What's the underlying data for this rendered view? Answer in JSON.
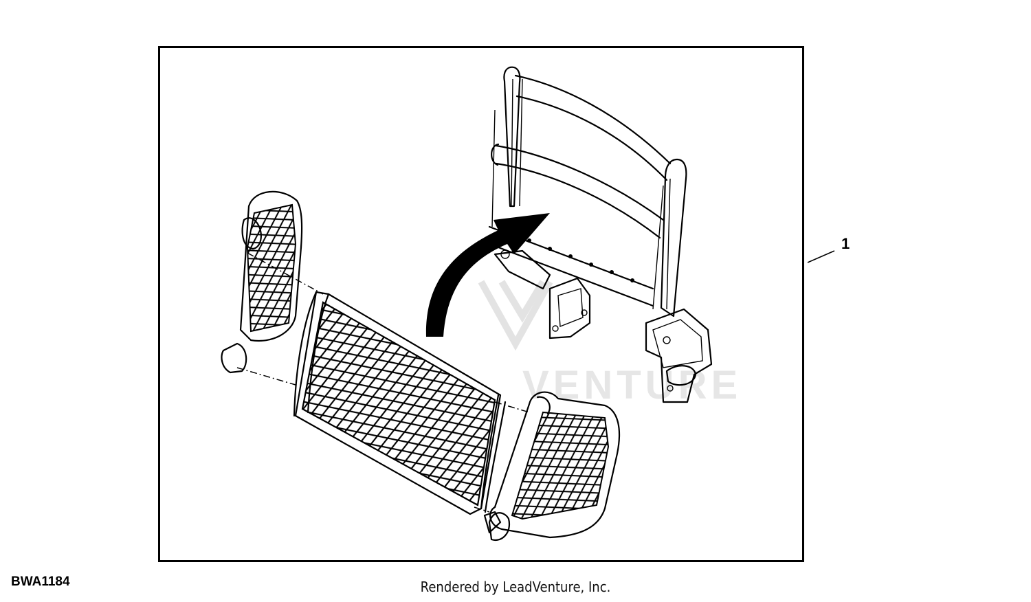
{
  "figure": {
    "callout_number": "1",
    "figure_id": "BWA1184",
    "footer_text": "Rendered by LeadVenture, Inc."
  },
  "watermark": {
    "text": "VENTURE"
  }
}
